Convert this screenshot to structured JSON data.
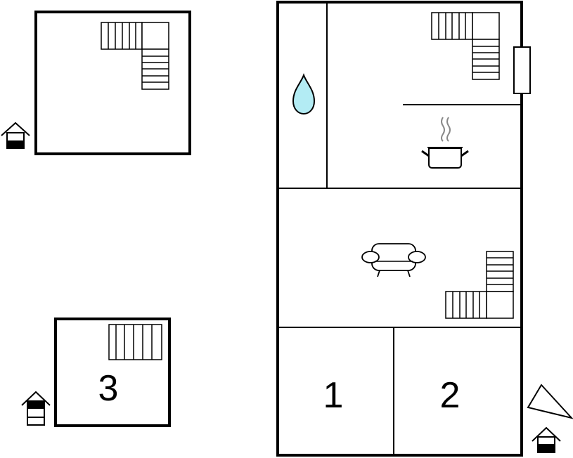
{
  "floors": [
    {
      "id": "upper-floor",
      "label": ""
    },
    {
      "id": "annex",
      "label": ""
    },
    {
      "id": "main-house",
      "label": ""
    }
  ],
  "rooms": [
    {
      "id": "bedroom-1",
      "label": "1"
    },
    {
      "id": "bedroom-2",
      "label": "2"
    },
    {
      "id": "bedroom-3",
      "label": "3"
    }
  ],
  "icons": [
    "stairs-icon",
    "water-drop-icon",
    "cooking-pot-icon",
    "sofa-icon",
    "house-entrance-icon",
    "compass-icon",
    "window-icon"
  ],
  "colors": {
    "wall": "#000000",
    "water": "#b3ecf4"
  }
}
